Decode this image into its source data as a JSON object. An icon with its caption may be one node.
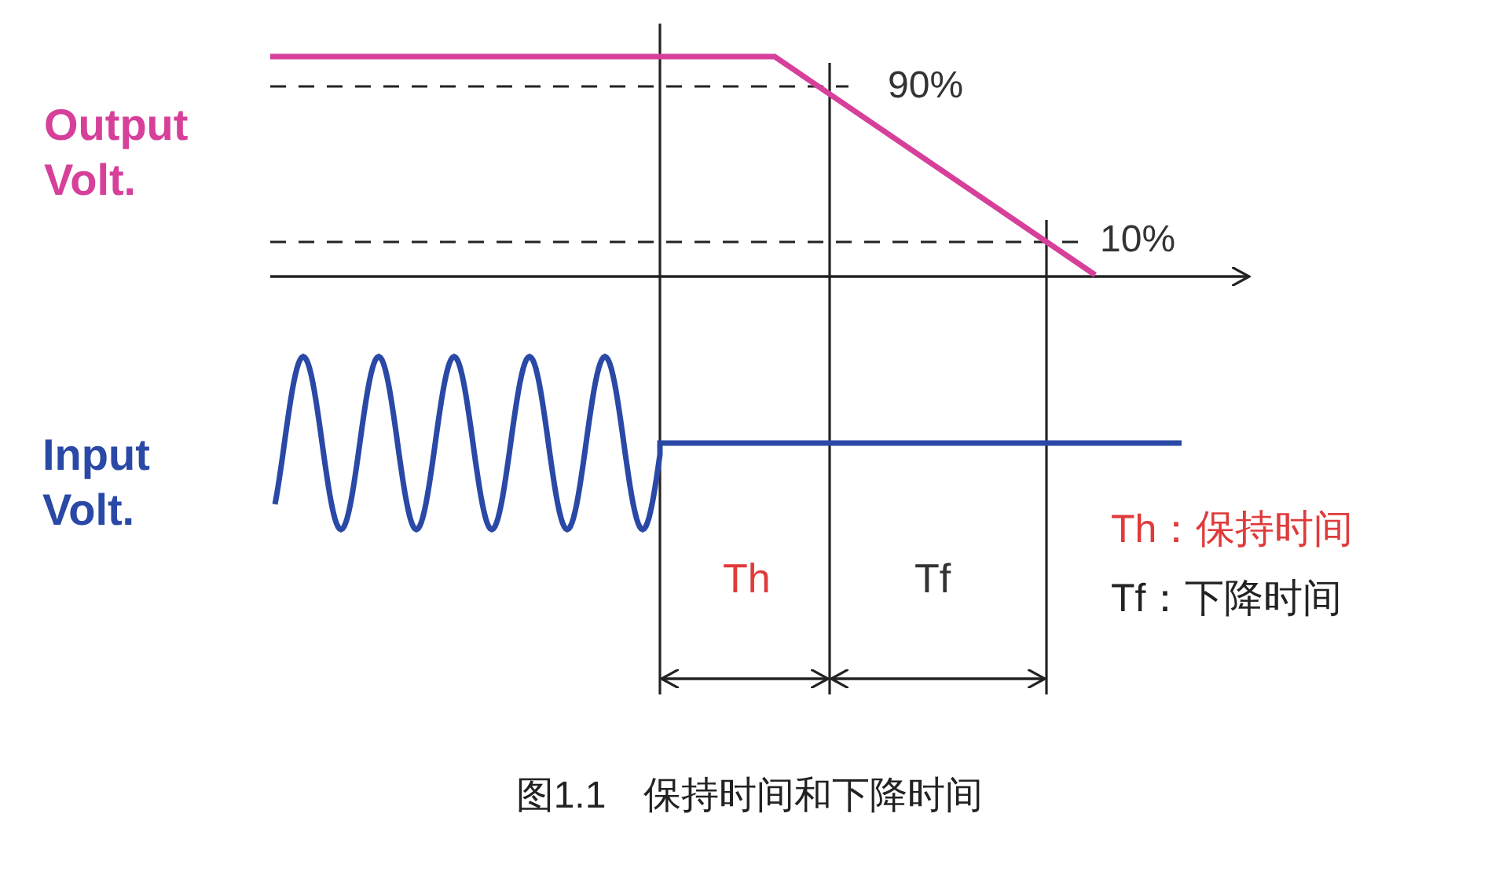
{
  "diagram": {
    "caption": "图1.1　保持时间和下降时间",
    "labels": [
      "Output Volt.",
      "90%",
      "10%",
      "Input Volt.",
      "Th",
      "Tf",
      "Th：保持时间",
      "Tf：下降时间"
    ]
  }
}
